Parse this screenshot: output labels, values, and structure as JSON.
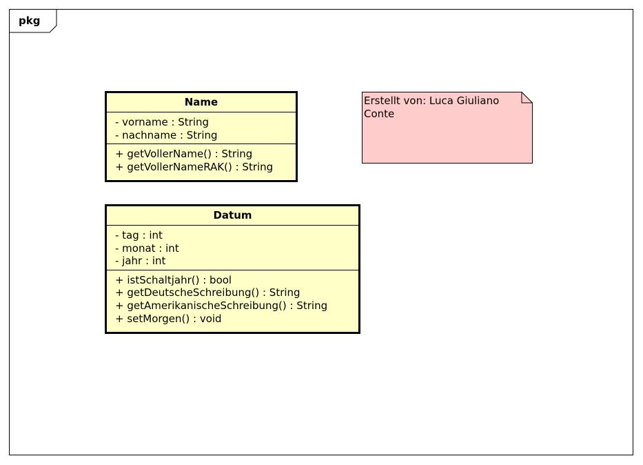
{
  "frame": {
    "label": "pkg"
  },
  "classes": [
    {
      "name": "Name",
      "attributes": [
        "- vorname : String",
        "- nachname : String"
      ],
      "operations": [
        "+ getVollerName() : String",
        "+ getVollerNameRAK() : String"
      ]
    },
    {
      "name": "Datum",
      "attributes": [
        "- tag : int",
        "- monat : int",
        "- jahr : int"
      ],
      "operations": [
        "+ istSchaltjahr() : bool",
        "+ getDeutscheSchreibung() : String",
        "+ getAmerikanischeSchreibung() : String",
        "+ setMorgen() : void"
      ]
    }
  ],
  "note": {
    "text": "Erstellt von: Luca Giuliano Conte"
  },
  "colors": {
    "class_fill": "#ffffc8",
    "note_fill": "#ffcccc",
    "border": "#000000"
  }
}
